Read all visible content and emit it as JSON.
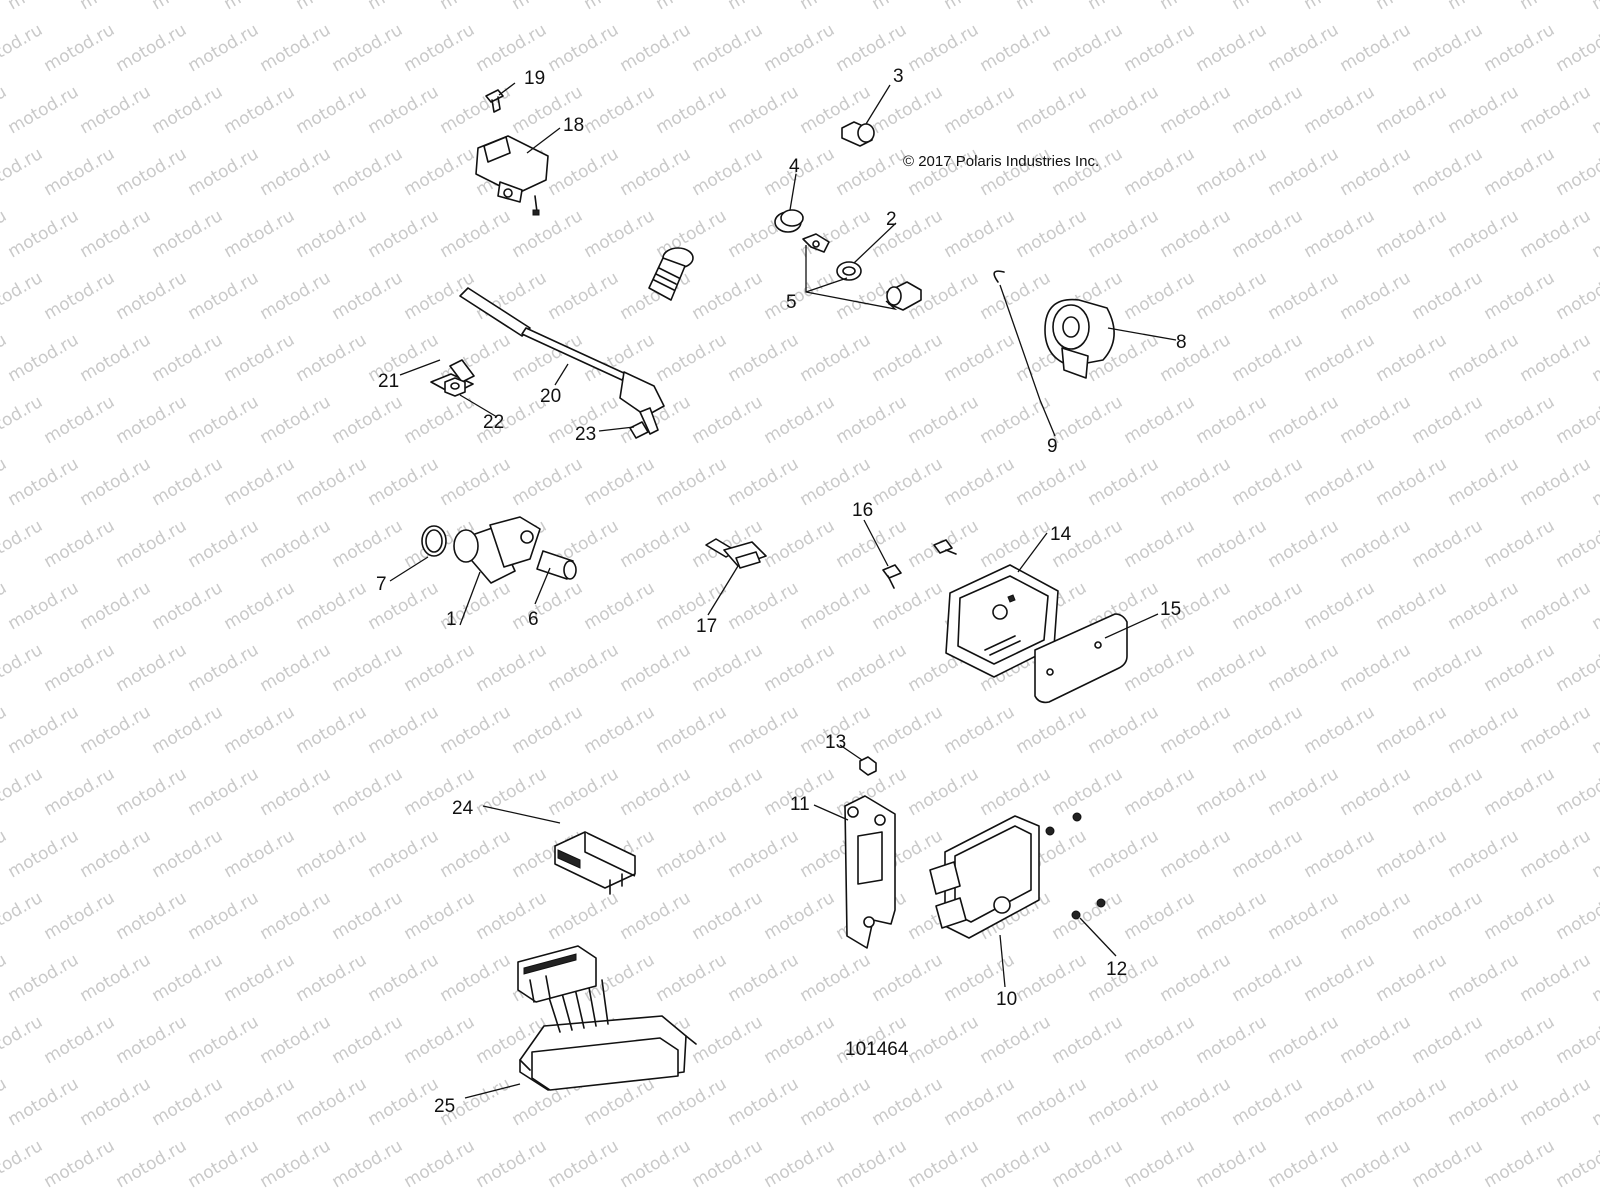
{
  "watermark": "motod.ru",
  "copyright": "© 2017 Polaris Industries Inc.",
  "diagram_ref": "101464",
  "callouts": [
    "1",
    "2",
    "3",
    "4",
    "5",
    "6",
    "7",
    "8",
    "9",
    "10",
    "11",
    "12",
    "13",
    "14",
    "15",
    "16",
    "17",
    "18",
    "19",
    "20",
    "21",
    "22",
    "23",
    "24",
    "25"
  ]
}
